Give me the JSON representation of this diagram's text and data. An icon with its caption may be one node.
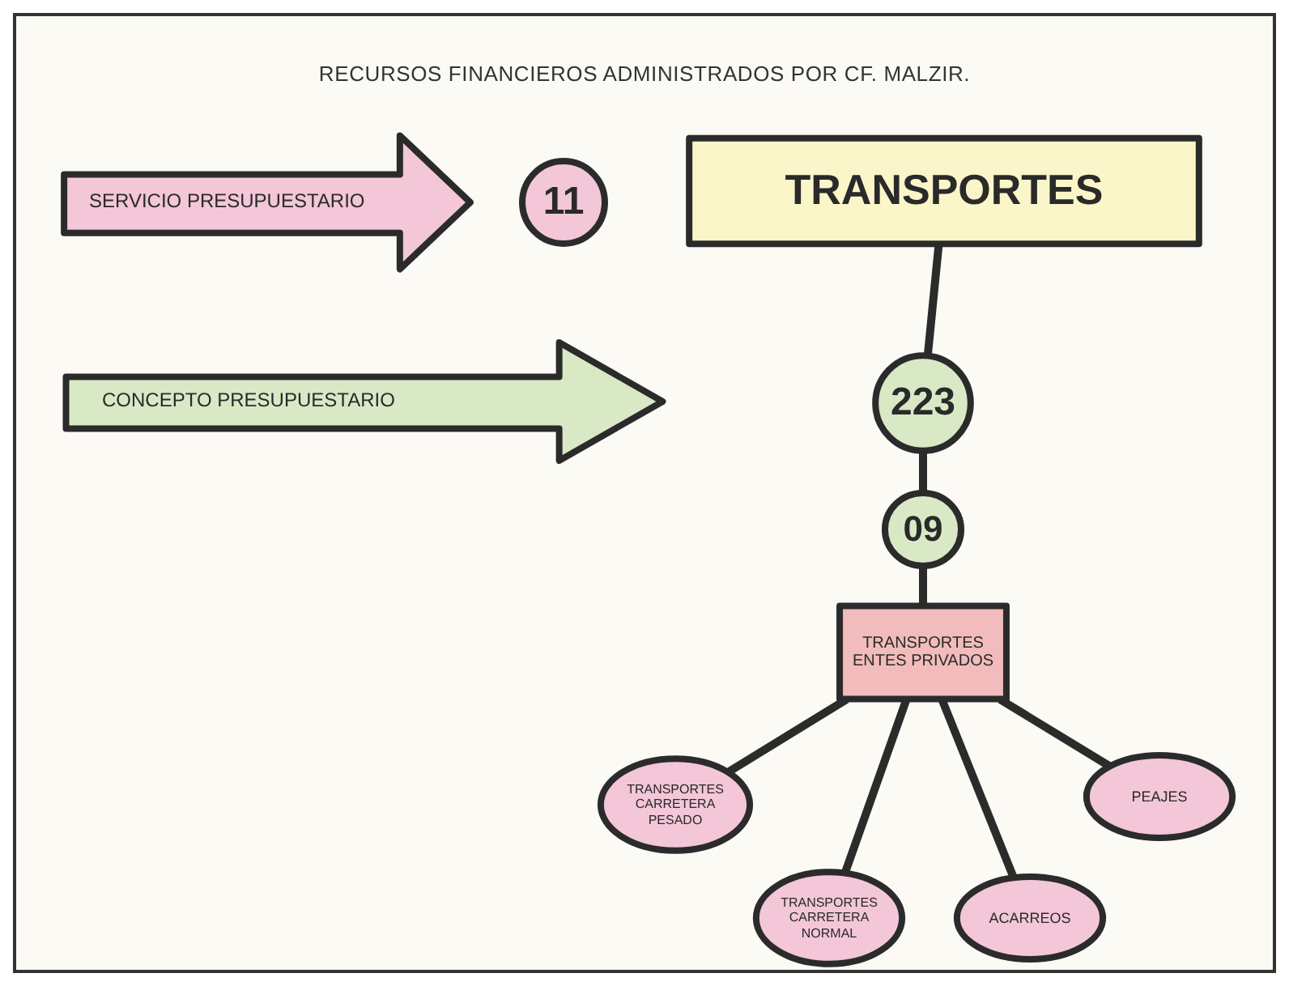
{
  "diagram": {
    "title": "RECURSOS FINANCIEROS ADMINISTRADOS POR CF. MALZIR.",
    "nodes": [
      {
        "text": [
          "SERVICIO PRESUPUESTARIO"
        ]
      },
      {
        "text": [
          "11"
        ]
      },
      {
        "text": [
          "TRANSPORTES"
        ]
      },
      {
        "text": [
          "CONCEPTO PRESUPUESTARIO"
        ]
      },
      {
        "text": [
          "223"
        ]
      },
      {
        "text": [
          "09"
        ]
      },
      {
        "text": [
          "TRANSPORTES ENTES PRIVADOS"
        ]
      },
      {
        "text": [
          "TRANSPORTES CARRETERA PESADO"
        ]
      },
      {
        "text": [
          "TRANSPORTES CARRETERA NORMAL"
        ]
      },
      {
        "text": [
          "ACARREOS"
        ]
      },
      {
        "text": [
          "PEAJES"
        ]
      }
    ],
    "edges": [
      {
        "from": 2,
        "to": 4,
        "arrow": "none"
      },
      {
        "from": 4,
        "to": 5,
        "arrow": "none"
      },
      {
        "from": 5,
        "to": 6,
        "arrow": "none"
      },
      {
        "from": 6,
        "to": 7,
        "arrow": "none"
      },
      {
        "from": 6,
        "to": 8,
        "arrow": "none"
      },
      {
        "from": 6,
        "to": 9,
        "arrow": "none"
      },
      {
        "from": 6,
        "to": 10,
        "arrow": "none"
      }
    ]
  }
}
